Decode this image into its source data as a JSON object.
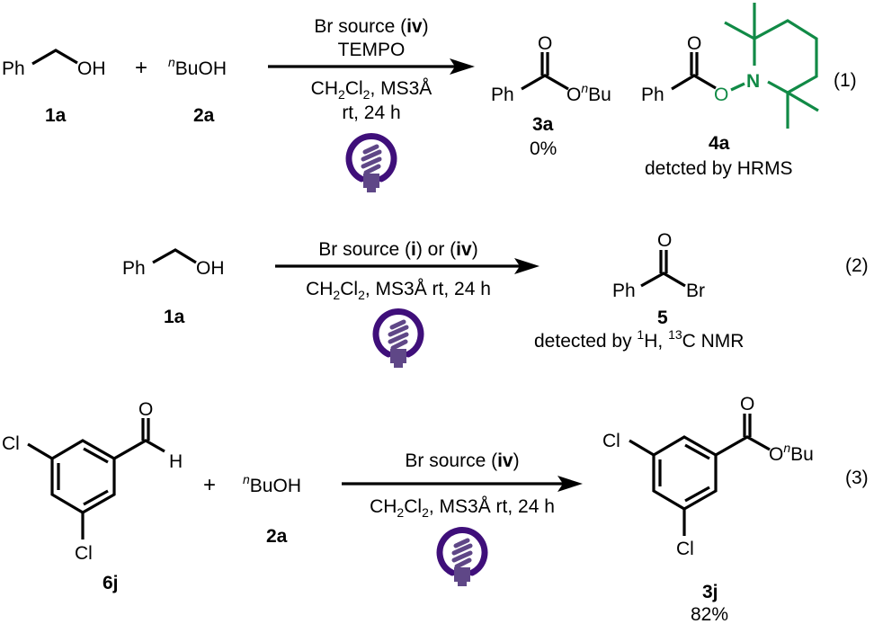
{
  "colors": {
    "text": "#000000",
    "tempo_highlight": "#118a46",
    "bulb_ring": "#3f0f7a",
    "bulb_body": "#5f4787"
  },
  "reactions": [
    {
      "number": "(1)",
      "reactant1": {
        "left": "Ph",
        "right": "OH",
        "label": "1a"
      },
      "plus": "+",
      "reactant2": {
        "prefix": "n",
        "formula": "BuOH",
        "label": "2a"
      },
      "conditions_above": {
        "line1_pre": "Br source (",
        "line1_bold": "iv",
        "line1_post": ")",
        "line2": "TEMPO"
      },
      "conditions_below": {
        "line1": [
          "CH",
          "2",
          "Cl",
          "2",
          ", MS3Å"
        ],
        "line2": "rt, 24 h"
      },
      "light_icon": "lightbulb-icon",
      "products": [
        {
          "left": "Ph",
          "carbonyl_o": "O",
          "right_o": "O",
          "right_prefix": "n",
          "right_rest": "Bu",
          "label": "3a",
          "yield": "0%"
        },
        {
          "left": "Ph",
          "carbonyl_o": "O",
          "o_link": "O",
          "n_atom": "N",
          "label": "4a",
          "note": "detcted by HRMS"
        }
      ]
    },
    {
      "number": "(2)",
      "reactant1": {
        "left": "Ph",
        "right": "OH",
        "label": "1a"
      },
      "conditions_above": {
        "pre": "Br source (",
        "bold1": "i",
        "mid": ") or (",
        "bold2": "iv",
        "post": ")"
      },
      "conditions_below": [
        "CH",
        "2",
        "Cl",
        "2",
        ", MS3Å rt, 24 h"
      ],
      "light_icon": "lightbulb-icon",
      "product": {
        "left": "Ph",
        "carbonyl_o": "O",
        "right": "Br",
        "label": "5",
        "note": {
          "pre": "detected by ",
          "sup1": "1",
          "mid1": "H, ",
          "sup2": "13",
          "post": "C NMR"
        }
      }
    },
    {
      "number": "(3)",
      "reactant1": {
        "substituent_top": "Cl",
        "substituent_bottom": "Cl",
        "carbonyl_o": "O",
        "aldehyde_h": "H",
        "label": "6j"
      },
      "plus": "+",
      "reactant2": {
        "prefix": "n",
        "formula": "BuOH",
        "label": "2a"
      },
      "conditions_above": {
        "pre": "Br source (",
        "bold": "iv",
        "post": ")"
      },
      "conditions_below": [
        "CH",
        "2",
        "Cl",
        "2",
        ", MS3Å rt, 24 h"
      ],
      "light_icon": "lightbulb-icon",
      "product": {
        "substituent_top": "Cl",
        "substituent_bottom": "Cl",
        "carbonyl_o": "O",
        "right_o": "O",
        "right_prefix": "n",
        "right_rest": "Bu",
        "label": "3j",
        "yield": "82%"
      }
    }
  ]
}
